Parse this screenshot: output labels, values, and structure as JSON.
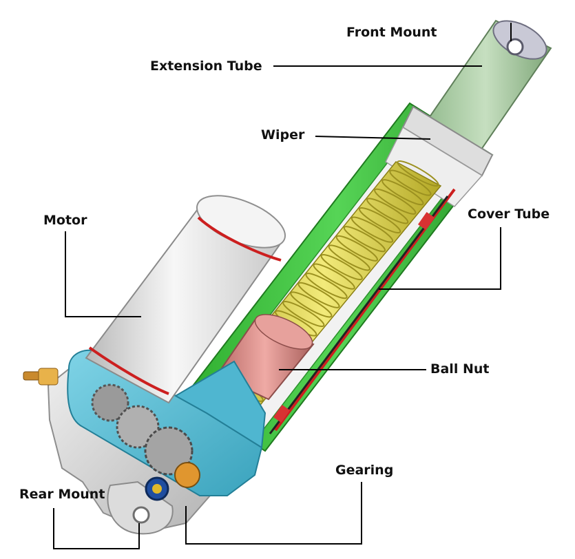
{
  "labels": {
    "front_mount": "Front Mount",
    "extension_tube": "Extension Tube",
    "wiper": "Wiper",
    "cover_tube": "Cover Tube",
    "motor": "Motor",
    "ball_nut": "Ball Nut",
    "gearing": "Gearing",
    "rear_mount": "Rear Mount"
  },
  "colors": {
    "background": "#ffffff",
    "cover_tube": "#3cc43c",
    "extension_tube": "#9fc49a",
    "housing": "#5bbfd6",
    "lead_screw": "#e3d84a",
    "ball_nut": "#d98a86",
    "motor": "#e4e4e4",
    "motor_bands": "#cc1f1f",
    "label_text": "#111111",
    "leader_lines": "#000000"
  }
}
